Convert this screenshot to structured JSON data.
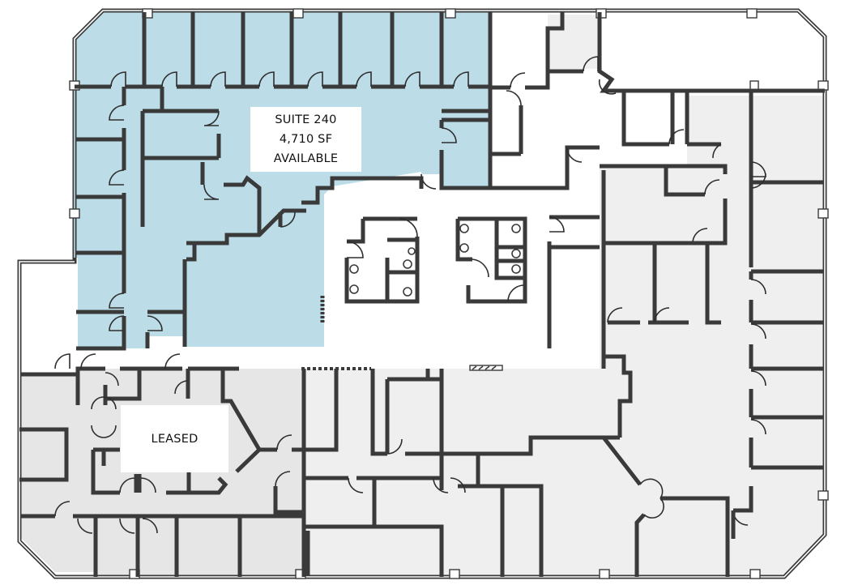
{
  "plan": {
    "type": "office floor plan",
    "colors": {
      "available_fill": "#bcdde8",
      "leased_fill": "#e6e6e6",
      "common_fill": "#ffffff",
      "other_tenant_fill": "#efefef",
      "wall": "#3a3a3a"
    }
  },
  "suites": [
    {
      "id": "suite-240",
      "lines": [
        "SUITE 240",
        "4,710 SF",
        "AVAILABLE"
      ],
      "status": "AVAILABLE",
      "name": "SUITE 240",
      "area": "4,710 SF",
      "fill": "#bcdde8"
    },
    {
      "id": "leased",
      "lines": [
        "LEASED"
      ],
      "status": "LEASED",
      "fill": "#e6e6e6"
    }
  ]
}
